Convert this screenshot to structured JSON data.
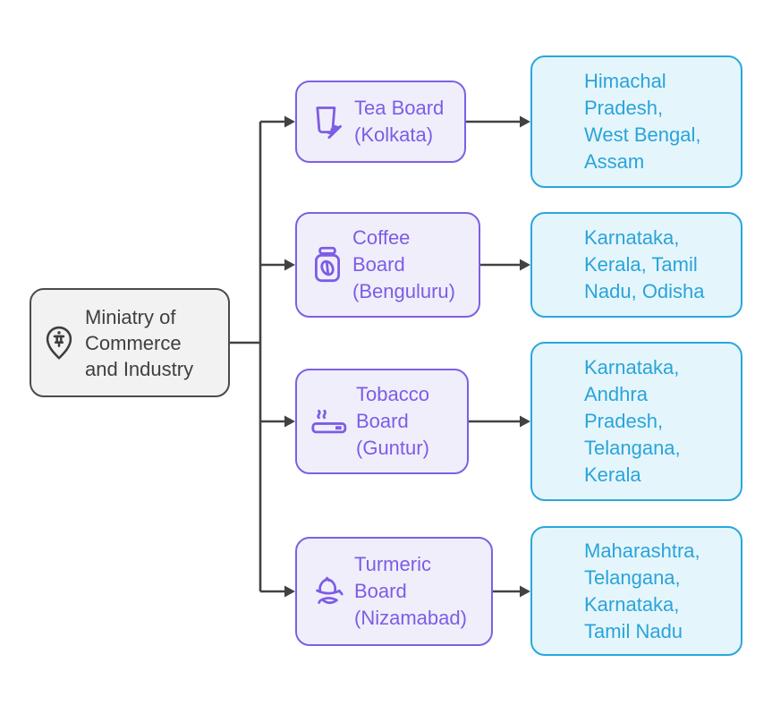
{
  "diagram": {
    "root": {
      "label": "Miniatry of Commerce and Industry",
      "lines": [
        "Miniatry of",
        "Commerce",
        "and Industry"
      ],
      "icon": "map-pin-monument-icon"
    },
    "boards": [
      {
        "label": "Tea Board (Kolkata)",
        "lines": [
          "Tea Board",
          "(Kolkata)"
        ],
        "icon": "tea-glass-icon"
      },
      {
        "label": "Coffee Board (Benguluru)",
        "lines": [
          "Coffee",
          "Board",
          "(Benguluru)"
        ],
        "icon": "coffee-jar-icon"
      },
      {
        "label": "Tobacco Board (Guntur)",
        "lines": [
          "Tobacco",
          "Board",
          "(Guntur)"
        ],
        "icon": "cigarette-icon"
      },
      {
        "label": "Turmeric Board (Nizamabad)",
        "lines": [
          "Turmeric",
          "Board",
          "(Nizamabad)"
        ],
        "icon": "turmeric-root-icon"
      }
    ],
    "states": [
      {
        "label": "Himachal Pradesh, West Bengal, Assam",
        "lines": [
          "Himachal",
          "Pradesh,",
          "West Bengal,",
          "Assam"
        ]
      },
      {
        "label": "Karnataka, Kerala, Tamil Nadu, Odisha",
        "lines": [
          "Karnataka,",
          "Kerala, Tamil",
          "Nadu, Odisha"
        ]
      },
      {
        "label": "Karnataka, Andhra Pradesh, Telangana, Kerala",
        "lines": [
          "Karnataka,",
          "Andhra",
          "Pradesh,",
          "Telangana,",
          "Kerala"
        ]
      },
      {
        "label": "Maharashtra, Telangana, Karnataka, Tamil Nadu",
        "lines": [
          "Maharashtra,",
          "Telangana,",
          "Karnataka,",
          "Tamil Nadu"
        ]
      }
    ],
    "colors": {
      "root_border": "#4B4B4B",
      "root_fill": "#F2F2F2",
      "root_text": "#3F3F3F",
      "board_border": "#7D60E2",
      "board_fill": "#F1EEFC",
      "board_text": "#7C5DE4",
      "state_border": "#29A7DC",
      "state_fill": "#E4F6FC",
      "state_text": "#2BA3D9",
      "connector": "#424242"
    }
  }
}
